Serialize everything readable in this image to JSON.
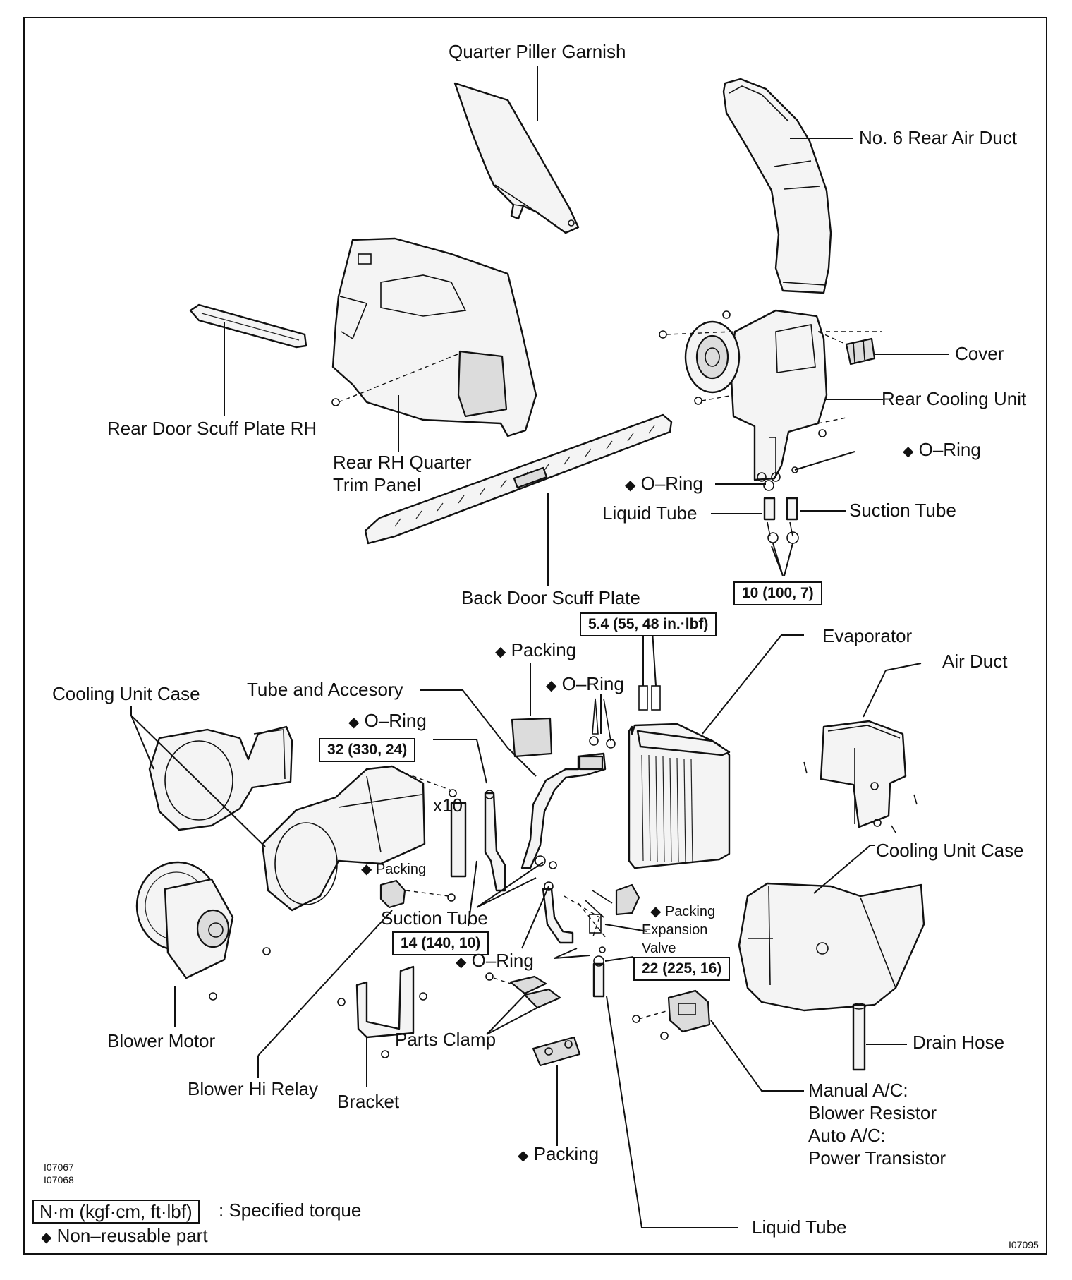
{
  "labels": {
    "quarter_piller_garnish": "Quarter Piller Garnish",
    "no6_rear_air_duct": "No. 6 Rear Air Duct",
    "cover": "Cover",
    "rear_cooling_unit": "Rear Cooling Unit",
    "rear_door_scuff_plate_rh": "Rear Door Scuff Plate RH",
    "rear_rh_quarter_trim_panel_line1": "Rear RH Quarter",
    "rear_rh_quarter_trim_panel_line2": "Trim Panel",
    "o_ring_right": "O–Ring",
    "o_ring_mid": "O–Ring",
    "liquid_tube_upper": "Liquid Tube",
    "suction_tube_upper": "Suction Tube",
    "back_door_scuff_plate": "Back Door Scuff Plate",
    "evaporator": "Evaporator",
    "air_duct": "Air Duct",
    "packing_top": "Packing",
    "o_ring_evap": "O–Ring",
    "cooling_unit_case_left": "Cooling Unit Case",
    "tube_and_accesory": "Tube and Accesory",
    "o_ring_left": "O–Ring",
    "x10": "x10",
    "cooling_unit_case_right": "Cooling Unit Case",
    "packing_small_left": "Packing",
    "packing_small_right": "Packing",
    "expansion_valve_line1": "Expansion",
    "expansion_valve_line2": "Valve",
    "suction_tube_lower": "Suction Tube",
    "o_ring_lower": "O–Ring",
    "blower_motor": "Blower Motor",
    "parts_clamp": "Parts Clamp",
    "drain_hose": "Drain Hose",
    "blower_hi_relay": "Blower Hi Relay",
    "bracket": "Bracket",
    "manual_ac": "Manual A/C:",
    "blower_resistor": "Blower Resistor",
    "auto_ac": "Auto A/C:",
    "power_transistor": "Power Transistor",
    "packing_bottom": "Packing",
    "liquid_tube_lower": "Liquid Tube"
  },
  "torques": {
    "t10": "10 (100, 7)",
    "t54": "5.4 (55, 48 in.·lbf)",
    "t32": "32 (330, 24)",
    "t14": "14 (140, 10)",
    "t22": "22 (225, 16)"
  },
  "codes": {
    "code1": "I07067",
    "code2": "I07068",
    "code3": "I07095"
  },
  "legend": {
    "torque_unit": "N·m (kgf·cm, ft·lbf)",
    "torque_text": ": Specified torque",
    "nonreusable_text": "Non–reusable part",
    "diamond": "◆"
  }
}
